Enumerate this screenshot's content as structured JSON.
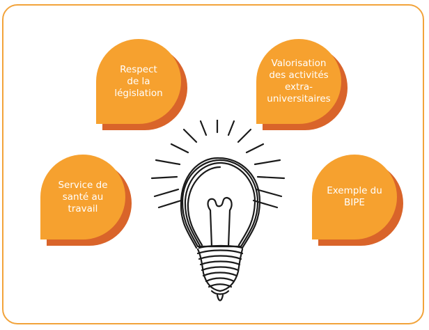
{
  "bubbles": [
    {
      "label": "Respect\nde la\nlégislation"
    },
    {
      "label": "Valorisation\ndes activités\nextra-\nuniversitaires"
    },
    {
      "label": "Service de\nsanté au\ntravail"
    },
    {
      "label": "Exemple du\nBIPE"
    }
  ],
  "colors": {
    "frame": "#f2a33a",
    "bubble": "#f6a12f",
    "bubble_shadow": "#d9642a",
    "text": "#ffffff",
    "ink": "#1a1a1a"
  },
  "icons": [
    "lightbulb-icon"
  ]
}
